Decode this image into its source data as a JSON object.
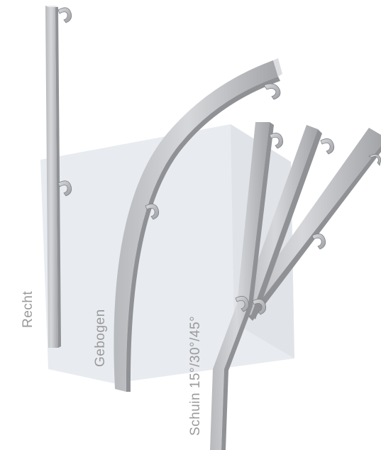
{
  "labels": {
    "straight": "Recht",
    "curved": "Gebogen",
    "angled": "Schuin 15°/30°/45°"
  },
  "colors": {
    "background": "#ffffff",
    "backdrop_box": "#e6e9ee",
    "rail_front": "#c9cacd",
    "rail_side": "#a7a9ad",
    "rail_edge": "#8d8f93",
    "label_text": "#9a9a9a"
  }
}
